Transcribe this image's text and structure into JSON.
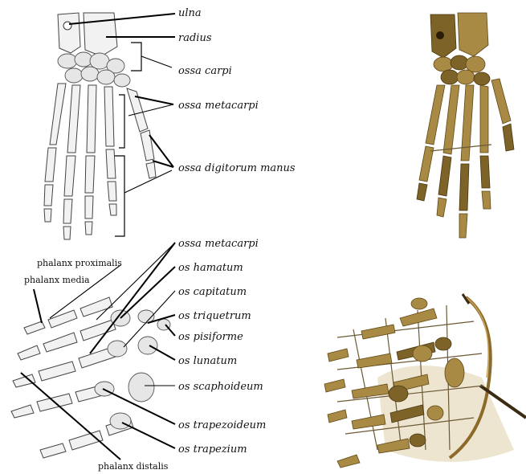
{
  "top_labels": {
    "ulna": "ulna",
    "radius": "radius",
    "ossa_carpi": "ossa carpi",
    "ossa_metacarpi": "ossa metacarpi",
    "ossa_digitorum_manus": "ossa digitorum manus"
  },
  "bottom_labels": {
    "ossa_metacarpi": "ossa metacarpi",
    "os_hamatum": "os hamatum",
    "os_capitatum": "os capitatum",
    "os_triquetrum": "os triquetrum",
    "os_pisiforme": "os pisiforme",
    "os_lunatum": "os lunatum",
    "os_scaphoideum": "os scaphoideum",
    "os_trapezoideum": "os trapezoideum",
    "os_trapezium": "os trapezium",
    "phalanx_proximalis": "phalanx proximalis",
    "phalanx_media": "phalanx media",
    "phalanx_distalis": "phalanx distalis"
  },
  "colors": {
    "bone_fill": "#f2f2f2",
    "specimen_gold": "#a98a45",
    "specimen_dark": "#7d6328",
    "leader_line": "#000000"
  }
}
